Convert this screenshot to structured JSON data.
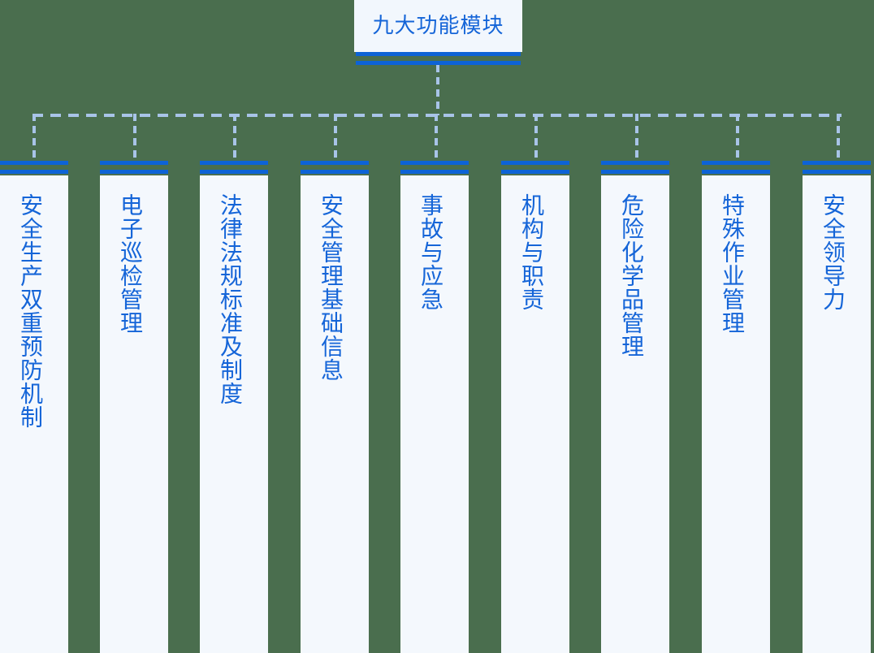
{
  "diagram": {
    "title": "九大功能模块",
    "type": "org-tree",
    "orientation": "top-down",
    "colors": {
      "background": "#4a6e4e",
      "card_background": "#f4f8fd",
      "accent_bar": "#0d63d6",
      "text": "#1565d8",
      "connector": "#a8c4e8"
    },
    "root": {
      "label": "九大功能模块"
    },
    "modules": [
      {
        "index": 1,
        "label": "安全生产双重预防机制"
      },
      {
        "index": 2,
        "label": "电子巡检管理"
      },
      {
        "index": 3,
        "label": "法律法规标准及制度"
      },
      {
        "index": 4,
        "label": "安全管理基础信息"
      },
      {
        "index": 5,
        "label": "事故与应急"
      },
      {
        "index": 6,
        "label": "机构与职责"
      },
      {
        "index": 7,
        "label": "危险化学品管理"
      },
      {
        "index": 8,
        "label": "特殊作业管理"
      },
      {
        "index": 9,
        "label": "安全领导力"
      }
    ]
  }
}
